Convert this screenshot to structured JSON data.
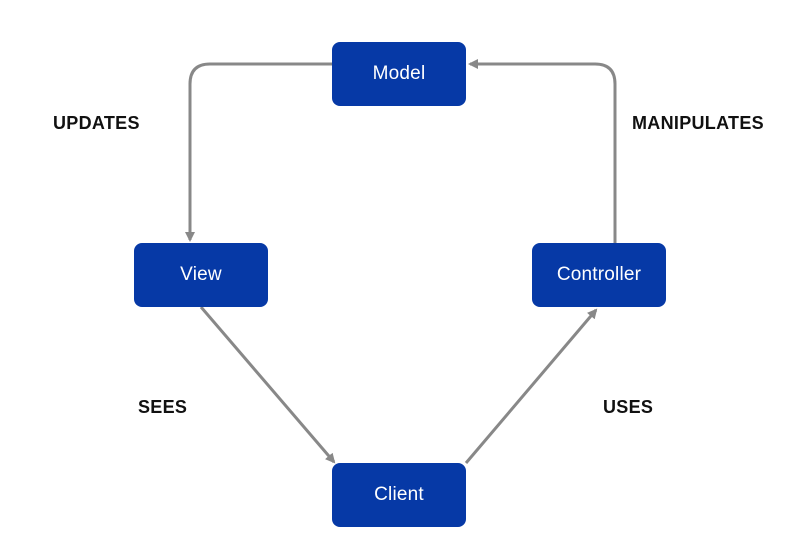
{
  "colors": {
    "node_fill": "#0639a6",
    "node_text": "#ffffff",
    "connector": "#888888",
    "label_text": "#111111"
  },
  "nodes": {
    "model": "Model",
    "view": "View",
    "controller": "Controller",
    "client": "Client"
  },
  "edges": {
    "updates": "UPDATES",
    "manipulates": "MANIPULATES",
    "sees": "SEES",
    "uses": "USES"
  }
}
